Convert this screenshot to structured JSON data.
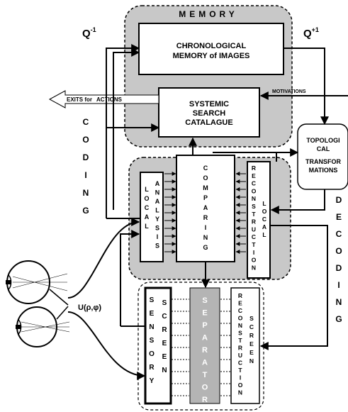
{
  "title": "MEMORY",
  "memory_box": {
    "line1": "CHRONOLOGICAL",
    "line2": "MEMORY of IMAGES"
  },
  "catalogue_box": {
    "line1": "SYSTEMIC",
    "line2": "SEARCH",
    "line3": "CATALAGUE"
  },
  "exits_label": {
    "part1": "EXITS for",
    "part2": "ACTIONS"
  },
  "motivations_label": "MOTIVATIONS",
  "q_minus": {
    "base": "Q",
    "sup": "-1"
  },
  "q_plus": {
    "base": "Q",
    "sup": "+1"
  },
  "topo_box": {
    "line1": "TOPOLOGI",
    "line2": "CAL",
    "line3": "TRANSFOR",
    "line4": "MATIONS"
  },
  "coding_letters": [
    "C",
    "O",
    "D",
    "I",
    "N",
    "G"
  ],
  "decoding_letters": [
    "D",
    "E",
    "C",
    "O",
    "D",
    "I",
    "N",
    "G"
  ],
  "local_analysis": {
    "col1": [
      "L",
      "O",
      "C",
      "A",
      "L"
    ],
    "col2": [
      "A",
      "N",
      "A",
      "L",
      "Y",
      "S",
      "I",
      "S"
    ]
  },
  "comparing": [
    "C",
    "O",
    "M",
    "P",
    "A",
    "R",
    "I",
    "N",
    "G"
  ],
  "reconstruction_local": {
    "col1": [
      "R",
      "E",
      "C",
      "O",
      "N",
      "S",
      "T",
      "R",
      "U",
      "C",
      "T",
      "I",
      "O",
      "N"
    ],
    "col2": [
      "L",
      "O",
      "C",
      "A",
      "L"
    ]
  },
  "sensory_screen": {
    "col1": [
      "S",
      "E",
      "N",
      "S",
      "O",
      "R",
      "Y"
    ],
    "col2": [
      "S",
      "C",
      "R",
      "E",
      "E",
      "N"
    ]
  },
  "separator": [
    "S",
    "E",
    "P",
    "A",
    "R",
    "A",
    "T",
    "O",
    "R"
  ],
  "reconstruction_screen": {
    "col1": [
      "R",
      "E",
      "C",
      "O",
      "N",
      "S",
      "T",
      "R",
      "U",
      "C",
      "T",
      "I",
      "O",
      "N"
    ],
    "col2": [
      "S",
      "C",
      "R",
      "E",
      "E",
      "N"
    ]
  },
  "input_label": "U(ρ,φ)",
  "colors": {
    "shade": "#c8c8c8",
    "separator_fill": "#b4b4b4",
    "ink": "#000000",
    "paper": "#ffffff"
  },
  "icons": [
    "eye-icon",
    "eye-icon"
  ]
}
